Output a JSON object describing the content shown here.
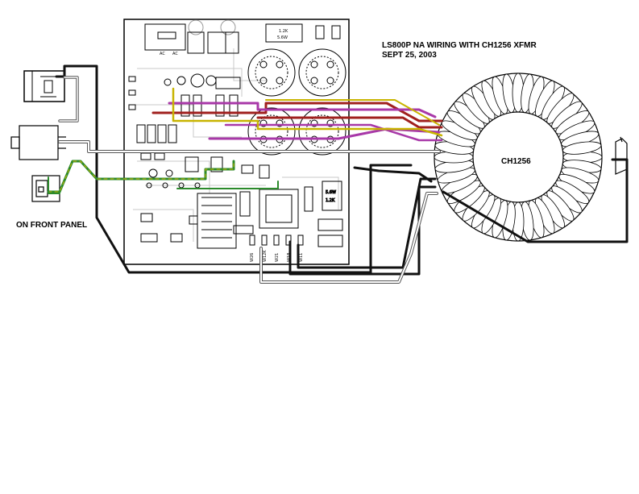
{
  "title": {
    "line1": "LS800P  NA WIRING WITH CH1256 XFMR",
    "line2": "SEPT 25, 2003"
  },
  "transformer": {
    "label": "CH1256"
  },
  "front_panel": {
    "label": "ON  FRONT PANEL"
  },
  "board_labels": {
    "bridge_ac1": "AC",
    "bridge_ac2": "AC",
    "res1": "1.2K",
    "res2": "5.6W",
    "res3": "5.6W",
    "res4": "1.2K",
    "term1": "W12K",
    "term2": "W11",
    "term3": "W18",
    "term4": "W21",
    "term5": "W26"
  },
  "colors": {
    "wire_black": "#111111",
    "wire_red": "#a0201e",
    "wire_purple": "#a838a8",
    "wire_yellow": "#c8b400",
    "wire_green": "#2b8a2b",
    "wire_gray": "#777777"
  }
}
